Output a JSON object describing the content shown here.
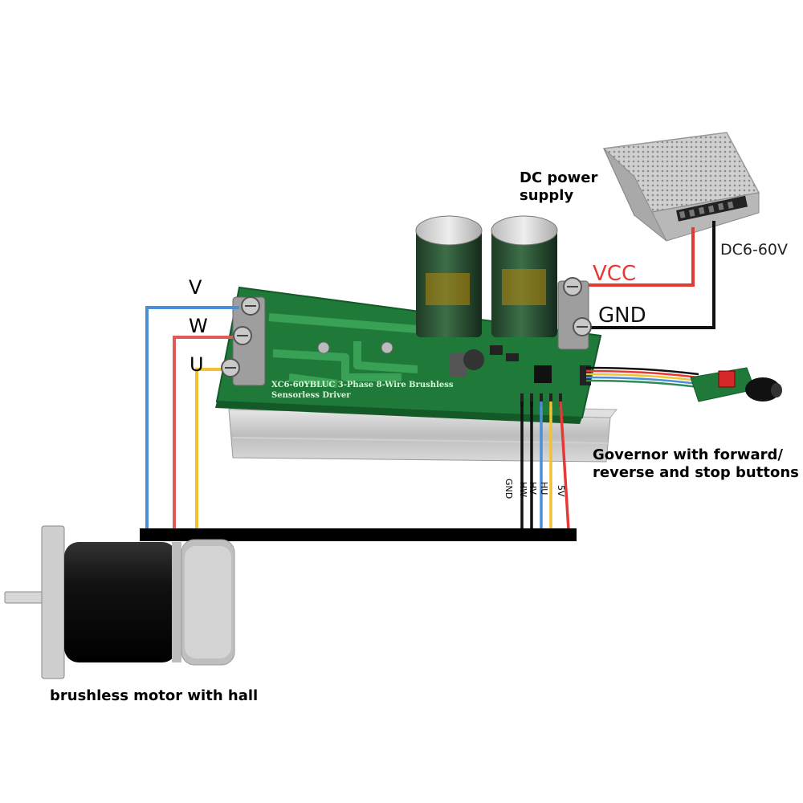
{
  "labels": {
    "phase_v": "V",
    "phase_w": "W",
    "phase_u": "U",
    "power_supply_line1": "DC power",
    "power_supply_line2": "supply",
    "voltage_range": "DC6-60V",
    "vcc": "VCC",
    "gnd": "GND",
    "governor_line1": "Governor with forward/",
    "governor_line2": "reverse and stop buttons",
    "motor": "brushless motor with hall",
    "hall_pins": [
      "GND",
      "HW",
      "HV",
      "HU",
      "5V"
    ],
    "board_line1": "XC6-60YBLUC 3-Phase 8-Wire Brushless",
    "board_line2": "Sensorless Driver"
  },
  "colors": {
    "wire_v": "#4a90d9",
    "wire_w": "#e05a5a",
    "wire_u": "#f2c230",
    "wire_vcc": "#e53935",
    "wire_gnd": "#111111",
    "pcb": "#1f7a3a",
    "heatsink": "#c8c8c8"
  },
  "icons": [
    "power-supply-icon",
    "driver-board-icon",
    "capacitor-icon",
    "governor-icon",
    "motor-icon"
  ]
}
